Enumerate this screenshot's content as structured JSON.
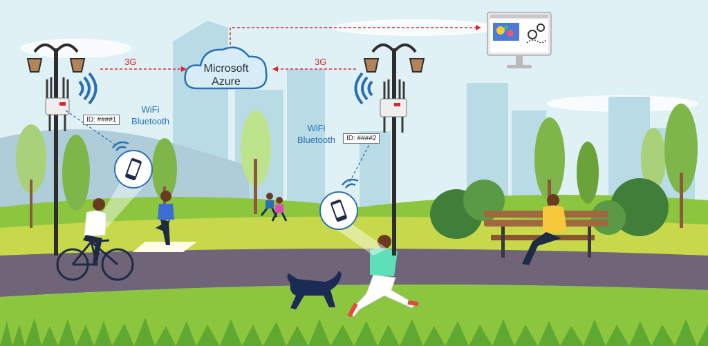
{
  "cloud": {
    "line1": "Microsoft",
    "line2": "Azure"
  },
  "links": {
    "left": "3G",
    "right": "3G"
  },
  "node_left": {
    "wifi": "WiFi",
    "bluetooth": "Bluetooth",
    "id": "ID: ####1"
  },
  "node_right": {
    "wifi": "WiFi",
    "bluetooth": "Bluetooth",
    "id": "ID: ####2"
  },
  "colors": {
    "link": "#d9262b",
    "wireless": "#2a6fb3",
    "sky": "#d9eef2",
    "grass": "#8cc63f",
    "path": "#6f6478"
  }
}
